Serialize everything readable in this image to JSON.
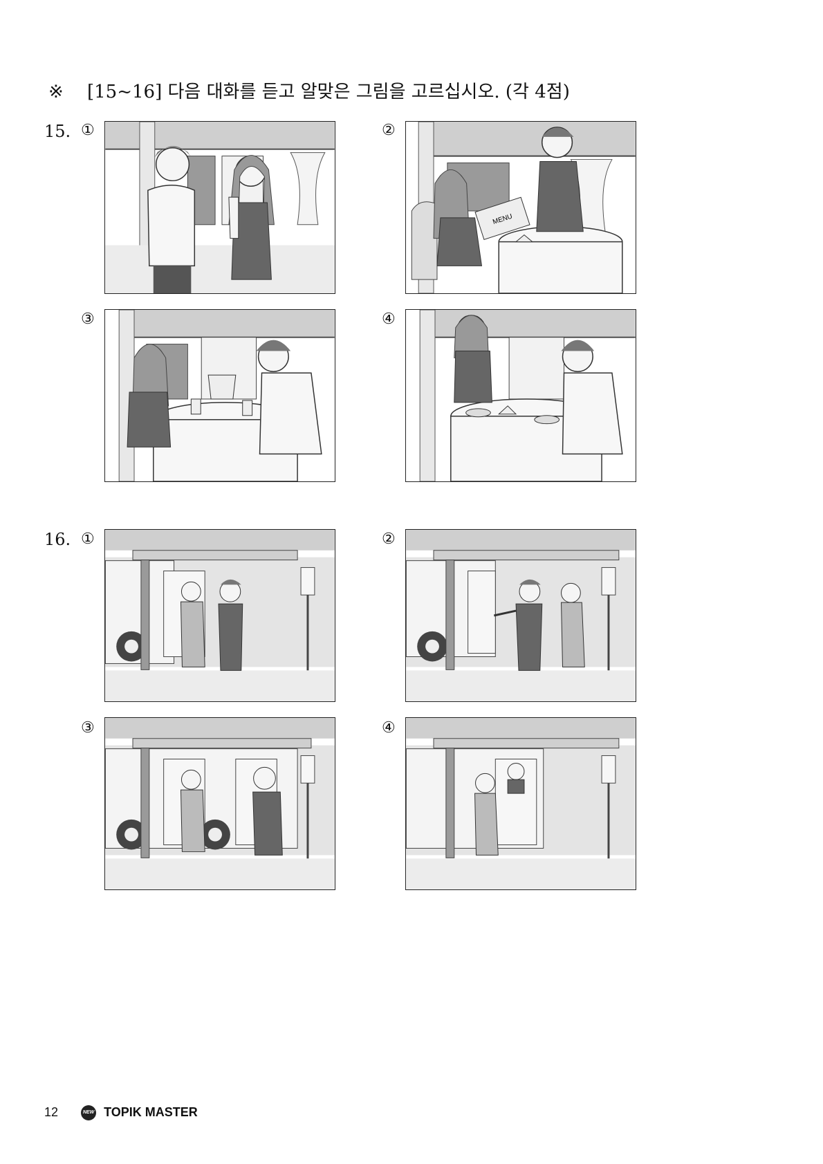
{
  "instruction": {
    "mark": "※",
    "text": "[15~16] 다음 대화를 듣고 알맞은 그림을 고르십시오. (각 4점)"
  },
  "questions": [
    {
      "number": "15.",
      "options": [
        {
          "label": "①",
          "scene": "man and woman standing, woman eating"
        },
        {
          "label": "②",
          "scene": "waiter handing menu to seated woman",
          "menu_text": "MENU"
        },
        {
          "label": "③",
          "scene": "man pouring water for woman at table"
        },
        {
          "label": "④",
          "scene": "woman standing with phone, man seated at table waving"
        }
      ]
    },
    {
      "number": "16.",
      "options": [
        {
          "label": "①",
          "scene": "woman getting off bus, man waiting"
        },
        {
          "label": "②",
          "scene": "man pointing at bus door, woman waiting"
        },
        {
          "label": "③",
          "scene": "woman and man getting on bus"
        },
        {
          "label": "④",
          "scene": "woman at bus door, driver inside"
        }
      ]
    }
  ],
  "footer": {
    "page_number": "12",
    "logo_text": "NEW",
    "title": "TOPIK MASTER"
  }
}
